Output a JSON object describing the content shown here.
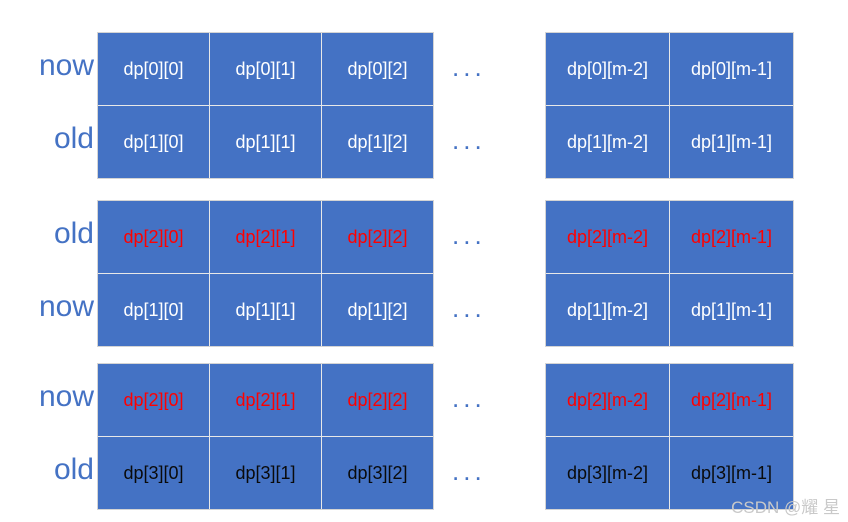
{
  "diagram": {
    "title": "dp rolling array now/old row swap",
    "colors": {
      "cell_fill": "#4472C4",
      "label_blue": "#4472C4",
      "highlight_red": "#FF0000",
      "normal_text": "#FFFFFF",
      "dark_text": "#0A0A0A",
      "grid_line": "#E8E8E8",
      "watermark": "#C9C9C9",
      "background": "#FFFFFF"
    },
    "ellipsis": "...",
    "blocks": [
      {
        "id": "block-1",
        "rows": [
          {
            "label": "now",
            "left_cells": [
              {
                "text": "dp[0][0]",
                "style": "normal"
              },
              {
                "text": "dp[0][1]",
                "style": "normal"
              },
              {
                "text": "dp[0][2]",
                "style": "normal"
              }
            ],
            "ellipsis": "...",
            "right_cells": [
              {
                "text": "dp[0][m-2]",
                "style": "normal"
              },
              {
                "text": "dp[0][m-1]",
                "style": "normal"
              }
            ]
          },
          {
            "label": "old",
            "left_cells": [
              {
                "text": "dp[1][0]",
                "style": "normal"
              },
              {
                "text": "dp[1][1]",
                "style": "normal"
              },
              {
                "text": "dp[1][2]",
                "style": "normal"
              }
            ],
            "ellipsis": "...",
            "right_cells": [
              {
                "text": "dp[1][m-2]",
                "style": "normal"
              },
              {
                "text": "dp[1][m-1]",
                "style": "normal"
              }
            ]
          }
        ]
      },
      {
        "id": "block-2",
        "rows": [
          {
            "label": "old",
            "left_cells": [
              {
                "text": "dp[2][0]",
                "style": "red"
              },
              {
                "text": "dp[2][1]",
                "style": "red"
              },
              {
                "text": "dp[2][2]",
                "style": "red"
              }
            ],
            "ellipsis": "...",
            "right_cells": [
              {
                "text": "dp[2][m-2]",
                "style": "red"
              },
              {
                "text": "dp[2][m-1]",
                "style": "red"
              }
            ]
          },
          {
            "label": "now",
            "left_cells": [
              {
                "text": "dp[1][0]",
                "style": "normal"
              },
              {
                "text": "dp[1][1]",
                "style": "normal"
              },
              {
                "text": "dp[1][2]",
                "style": "normal"
              }
            ],
            "ellipsis": "...",
            "right_cells": [
              {
                "text": "dp[1][m-2]",
                "style": "normal"
              },
              {
                "text": "dp[1][m-1]",
                "style": "normal"
              }
            ]
          }
        ]
      },
      {
        "id": "block-3",
        "rows": [
          {
            "label": "now",
            "left_cells": [
              {
                "text": "dp[2][0]",
                "style": "red"
              },
              {
                "text": "dp[2][1]",
                "style": "red"
              },
              {
                "text": "dp[2][2]",
                "style": "red"
              }
            ],
            "ellipsis": "...",
            "right_cells": [
              {
                "text": "dp[2][m-2]",
                "style": "red"
              },
              {
                "text": "dp[2][m-1]",
                "style": "red"
              }
            ]
          },
          {
            "label": "old",
            "left_cells": [
              {
                "text": "dp[3][0]",
                "style": "dark"
              },
              {
                "text": "dp[3][1]",
                "style": "dark"
              },
              {
                "text": "dp[3][2]",
                "style": "dark"
              }
            ],
            "ellipsis": "...",
            "right_cells": [
              {
                "text": "dp[3][m-2]",
                "style": "dark"
              },
              {
                "text": "dp[3][m-1]",
                "style": "dark"
              }
            ]
          }
        ]
      }
    ]
  },
  "watermark": {
    "text": "CSDN @耀 星"
  }
}
